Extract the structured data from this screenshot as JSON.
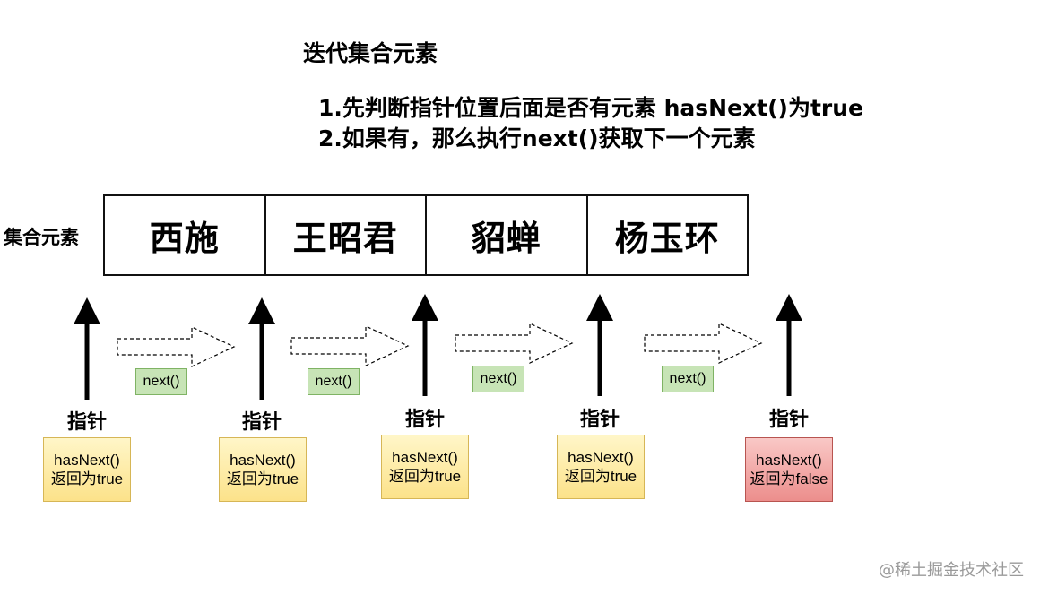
{
  "header": {
    "title": "迭代集合元素",
    "step1": "1.先判断指针位置后面是否有元素  hasNext()为true",
    "step2": "2.如果有，那么执行next()获取下一个元素"
  },
  "collection": {
    "label": "集合元素",
    "elements": [
      "西施",
      "王昭君",
      "貂蝉",
      "杨玉环"
    ]
  },
  "pointers": [
    {
      "label": "指针",
      "method": "hasNext()",
      "result": "返回为true",
      "is_true": true
    },
    {
      "label": "指针",
      "method": "hasNext()",
      "result": "返回为true",
      "is_true": true
    },
    {
      "label": "指针",
      "method": "hasNext()",
      "result": "返回为true",
      "is_true": true
    },
    {
      "label": "指针",
      "method": "hasNext()",
      "result": "返回为true",
      "is_true": true
    },
    {
      "label": "指针",
      "method": "hasNext()",
      "result": "返回为false",
      "is_true": false
    }
  ],
  "transitions": [
    {
      "label": "next()"
    },
    {
      "label": "next()"
    },
    {
      "label": "next()"
    },
    {
      "label": "next()"
    }
  ],
  "colors": {
    "true_fill": "#fce28a",
    "false_fill": "#ec8e8c",
    "next_fill": "#c7e4b6",
    "arrow": "#000000"
  },
  "watermark": "@稀土掘金技术社区"
}
